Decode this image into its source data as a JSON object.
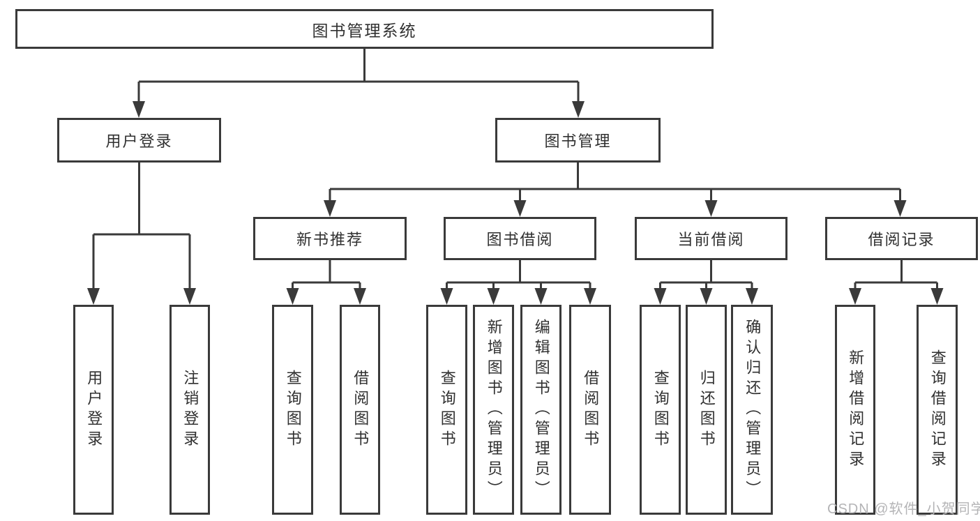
{
  "colors": {
    "line": "#3a3a3a",
    "text": "#303030",
    "background": "#ffffff",
    "watermark": "#b4b4b6"
  },
  "tree": {
    "root": "图书管理系统",
    "user_module": "用户登录",
    "book_module": "图书管理",
    "user_children": [
      "用户登录",
      "注销登录"
    ],
    "book_sections": [
      "新书推荐",
      "图书借阅",
      "当前借阅",
      "借阅记录"
    ],
    "new_book_children": [
      "查询图书",
      "借阅图书"
    ],
    "borrow_children": [
      "查询图书",
      "新增图书（管理员）",
      "编辑图书（管理员）",
      "借阅图书"
    ],
    "current_children": [
      "查询图书",
      "归还图书",
      "确认归还（管理员）"
    ],
    "record_children": [
      "新增借阅记录",
      "查询借阅记录"
    ]
  },
  "watermark": {
    "text": "CSDN @软件_小贺同学"
  }
}
